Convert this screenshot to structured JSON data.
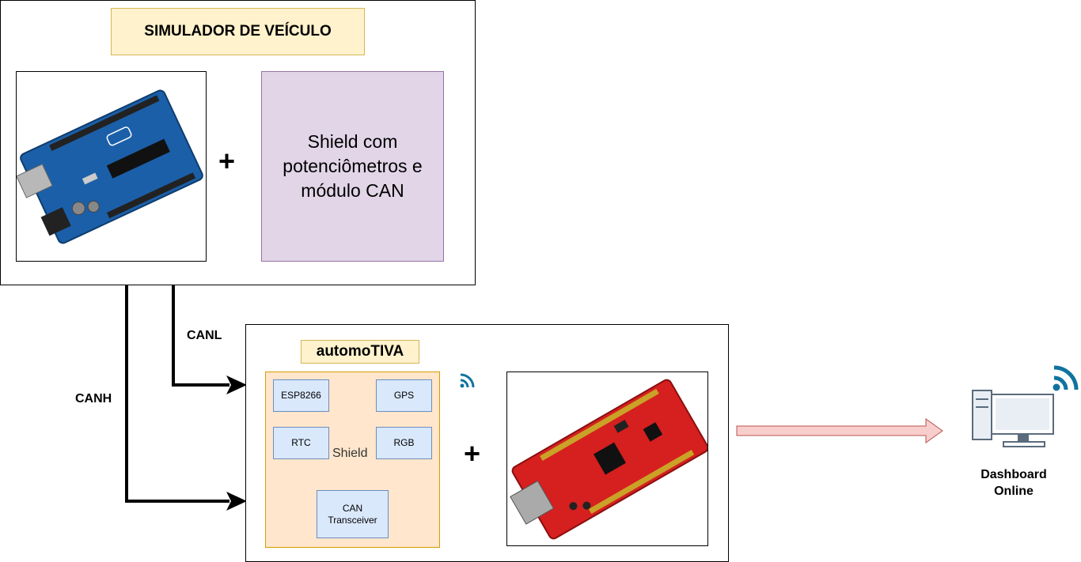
{
  "simulator": {
    "title": "SIMULADOR DE VEÍCULO",
    "arduino_image": "Arduino UNO board photo",
    "plus": "+",
    "shield_text": "Shield com potenciômetros e módulo CAN"
  },
  "connections": {
    "canl": "CANL",
    "canh": "CANH"
  },
  "automotiva": {
    "title": "automoTIVA",
    "shield_label": "Shield",
    "chips": {
      "esp": "ESP8266",
      "gps": "GPS",
      "rtc": "RTC",
      "rgb": "RGB",
      "can": "CAN Transceiver"
    },
    "plus": "+",
    "board_image": "TIVA LaunchPad board photo"
  },
  "dashboard": {
    "label_line1": "Dashboard",
    "label_line2": "Online"
  },
  "colors": {
    "title_fill": "#fff2cc",
    "purple_fill": "#e1d5e7",
    "orange_fill": "#ffe6cc",
    "chip_fill": "#dae8fc",
    "wifi": "#10739e",
    "arrow_fill": "#f8cecc",
    "arrow_stroke": "#b85450"
  }
}
